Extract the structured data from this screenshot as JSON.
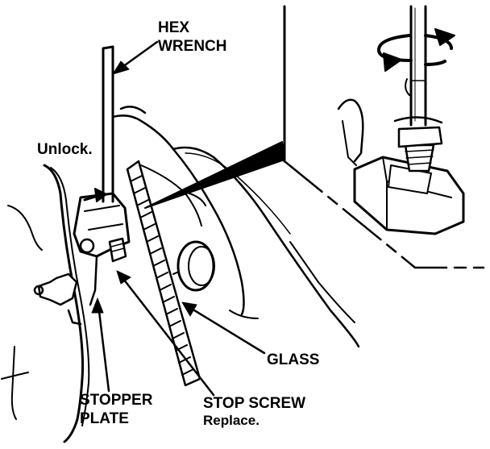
{
  "labels": {
    "hex_wrench_line1": "HEX",
    "hex_wrench_line2": "WRENCH",
    "unlock": "Unlock.",
    "glass": "GLASS",
    "stopper_plate_line1": "STOPPER",
    "stopper_plate_line2": "PLATE",
    "stop_screw": "STOP SCREW",
    "stop_screw_note": "Replace."
  },
  "colors": {
    "ink": "#000000",
    "paper": "#ffffff"
  }
}
